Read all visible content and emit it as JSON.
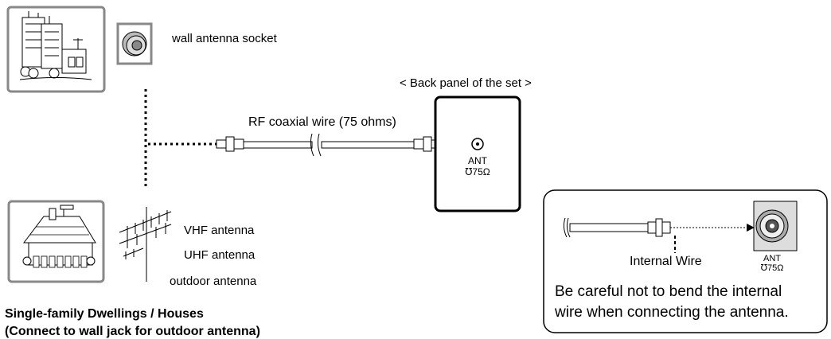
{
  "labels": {
    "wall_socket": "wall antenna socket",
    "back_panel": "< Back panel of the set >",
    "rf_wire": "RF coaxial wire (75 ohms)",
    "ant_name": "ANT",
    "ant_impedance": "℧75Ω",
    "vhf": "VHF antenna",
    "uhf": "UHF antenna",
    "outdoor": "outdoor antenna",
    "house_title": "Single-family Dwellings / Houses",
    "house_subtitle": "(Connect to wall jack for outdoor antenna)"
  },
  "callout": {
    "internal_wire": "Internal Wire",
    "ant_name": "ANT",
    "ant_impedance": "℧75Ω",
    "note_line1": "Be careful not to bend the internal",
    "note_line2": "wire when connecting the antenna."
  }
}
